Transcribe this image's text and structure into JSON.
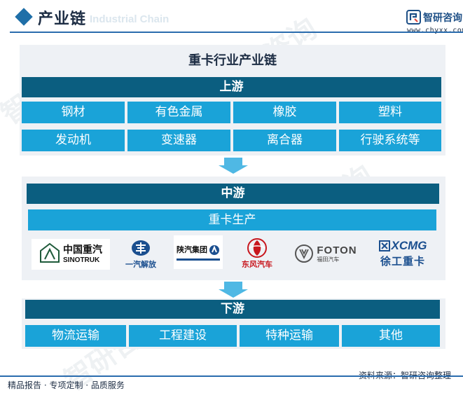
{
  "header": {
    "title": "产业链",
    "ghost_text": "Industrial Chain",
    "brand_name": "智研咨询",
    "brand_url": "www.chyxx.com"
  },
  "chain_title": "重卡行业产业链",
  "upstream": {
    "label": "上游",
    "items": [
      "钢材",
      "有色金属",
      "橡胶",
      "塑料",
      "发动机",
      "变速器",
      "离合器",
      "行驶系统等"
    ]
  },
  "midstream": {
    "label": "中游",
    "sub_label": "重卡生产",
    "logos": [
      {
        "icon": "sinotruk-logo",
        "line1": "中国重汽",
        "line2": "SINOTRUK"
      },
      {
        "icon": "faw-logo",
        "line1": "一汽解放"
      },
      {
        "icon": "shaanxi-logo",
        "line1": "陕汽集团"
      },
      {
        "icon": "dongfeng-logo",
        "line1": "东风汽车"
      },
      {
        "icon": "foton-logo",
        "line1": "FOTON",
        "line2": "福田汽车"
      },
      {
        "icon": "xcmg-logo",
        "line1": "XCMG",
        "line2": "徐工重卡"
      }
    ]
  },
  "downstream": {
    "label": "下游",
    "items": [
      "物流运输",
      "工程建设",
      "特种运输",
      "其他"
    ]
  },
  "footer": {
    "left": "精品报告 · 专项定制 · 品质服务",
    "source": "资料来源：智研咨询整理"
  },
  "colors": {
    "dark_bar": "#0b5e80",
    "cell": "#1aa3d8",
    "accent": "#2a6cae",
    "arrow": "#4fb8e4"
  }
}
